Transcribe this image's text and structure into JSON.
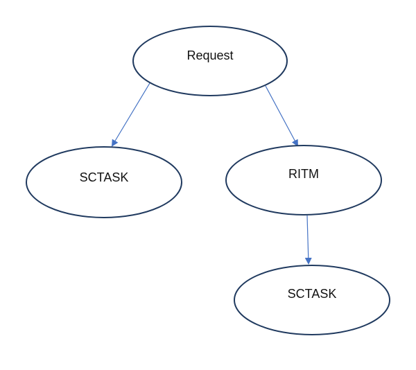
{
  "nodes": [
    {
      "id": "request",
      "label": "Request"
    },
    {
      "id": "sctask-left",
      "label": "SCTASK"
    },
    {
      "id": "ritm",
      "label": "RITM"
    },
    {
      "id": "sctask-bottom",
      "label": "SCTASK"
    }
  ],
  "edges": [
    {
      "from": "request",
      "to": "sctask-left"
    },
    {
      "from": "request",
      "to": "ritm"
    },
    {
      "from": "ritm",
      "to": "sctask-bottom"
    }
  ],
  "colors": {
    "node_border": "#203a5f",
    "arrow": "#4472c4"
  }
}
